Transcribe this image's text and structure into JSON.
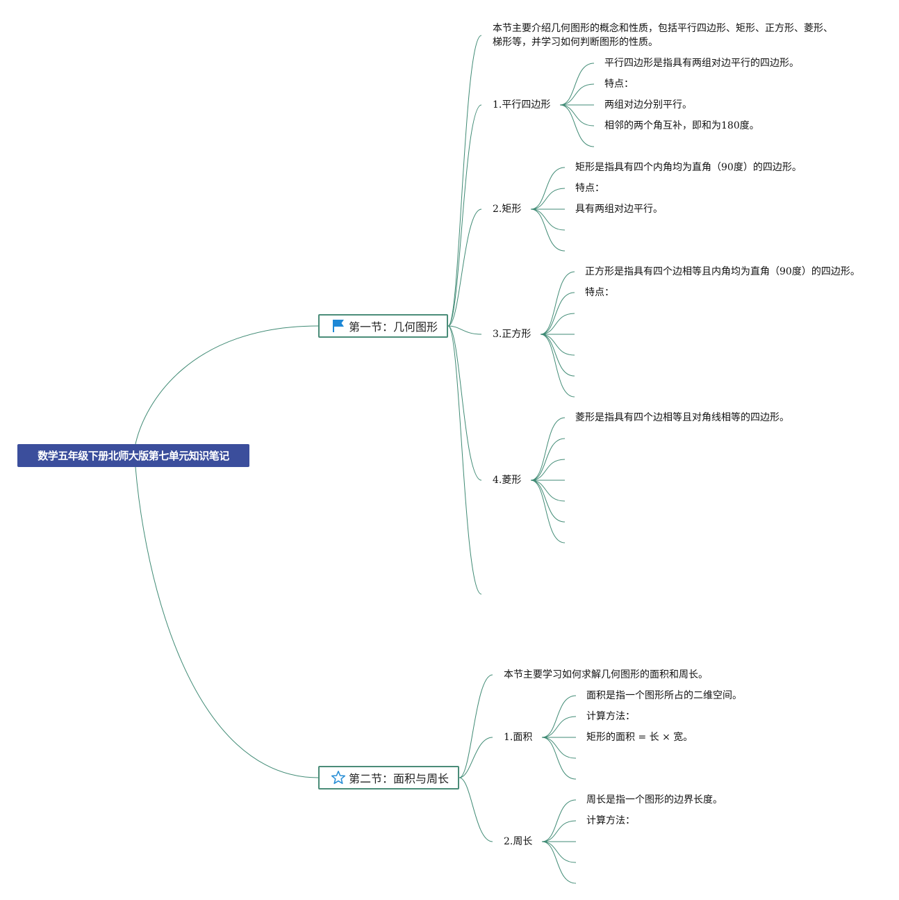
{
  "root": {
    "title": "数学五年级下册北师大版第七单元知识笔记"
  },
  "icons": {
    "section1": "flag-icon",
    "section2": "star-icon",
    "flag_color": "#1e88d6",
    "star_color": "#2a8fd6",
    "line_color": "#3f8a74",
    "root_color": "#3b4e9c"
  },
  "section1": {
    "title": "第一节：几何图形",
    "intro": "本节主要介绍几何图形的概念和性质，包括平行四边形、矩形、正方形、菱形、梯形等，并学习如何判断图形的性质。",
    "topics": [
      {
        "label": "1.平行四边形",
        "details": [
          "平行四边形是指具有两组对边平行的四边形。",
          "特点：",
          "两组对边分别平行。",
          "相邻的两个角互补，即和为180度。"
        ]
      },
      {
        "label": "2.矩形",
        "details": [
          "矩形是指具有四个内角均为直角（90度）的四边形。",
          "特点：",
          "具有两组对边平行。"
        ]
      },
      {
        "label": "3.正方形",
        "details": [
          "正方形是指具有四个边相等且内角均为直角（90度）的四边形。",
          "特点："
        ]
      },
      {
        "label": "4.菱形",
        "details": [
          "菱形是指具有四个边相等且对角线相等的四边形。"
        ]
      }
    ]
  },
  "section2": {
    "title": "第二节：面积与周长",
    "intro": "本节主要学习如何求解几何图形的面积和周长。",
    "topics": [
      {
        "label": "1.面积",
        "details": [
          "面积是指一个图形所占的二维空间。",
          "计算方法：",
          "矩形的面积 = 长 × 宽。"
        ]
      },
      {
        "label": "2.周长",
        "details": [
          "周长是指一个图形的边界长度。",
          "计算方法："
        ]
      }
    ]
  }
}
